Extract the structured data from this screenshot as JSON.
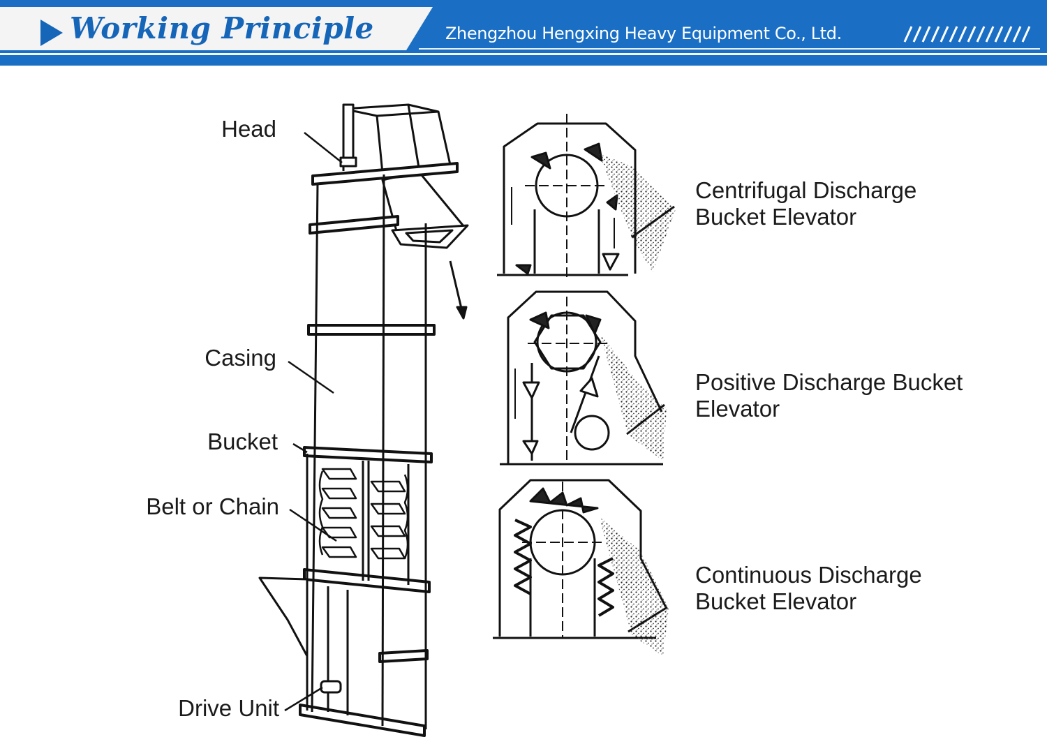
{
  "header": {
    "title": "Working Principle",
    "company": "Zhengzhou Hengxing Heavy Equipment Co., Ltd.",
    "slashes": "///////////////",
    "colors": {
      "brand_blue": "#1565b9",
      "title_bg": "#f4f4f4",
      "header_bg": "#1a6fc4"
    }
  },
  "diagram": {
    "part_labels": {
      "head": "Head",
      "casing": "Casing",
      "bucket": "Bucket",
      "belt_or_chain": "Belt or Chain",
      "drive_unit": "Drive Unit"
    },
    "types": [
      {
        "line1": "Centrifugal Discharge",
        "line2": "Bucket Elevator"
      },
      {
        "line1": "Positive Discharge Bucket",
        "line2": "Elevator"
      },
      {
        "line1": "Continuous Discharge",
        "line2": "Bucket Elevator"
      }
    ]
  }
}
